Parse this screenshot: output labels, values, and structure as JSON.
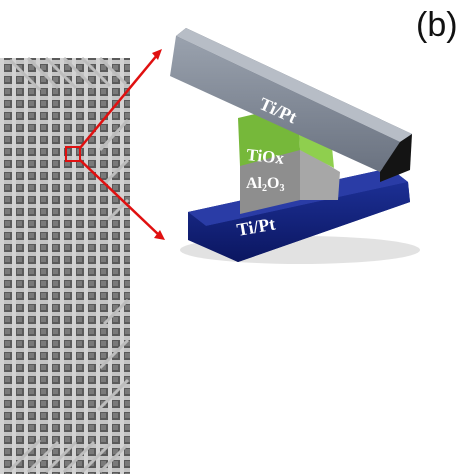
{
  "figure": {
    "panel_label": "(b)",
    "layers": {
      "top_electrode": "Ti/Pt",
      "switching_layer": "TiOx",
      "barrier_layer_base": "Al",
      "barrier_layer_sub": "2",
      "barrier_layer_mid": "O",
      "barrier_layer_sub2": "3",
      "bottom_electrode": "Ti/Pt"
    },
    "colors": {
      "top_electrode": "#7b8493",
      "switching_layer": "#76b83a",
      "barrier_layer": "#8e8e8e",
      "bottom_electrode": "#12237a",
      "arrow": "#e01010"
    }
  }
}
